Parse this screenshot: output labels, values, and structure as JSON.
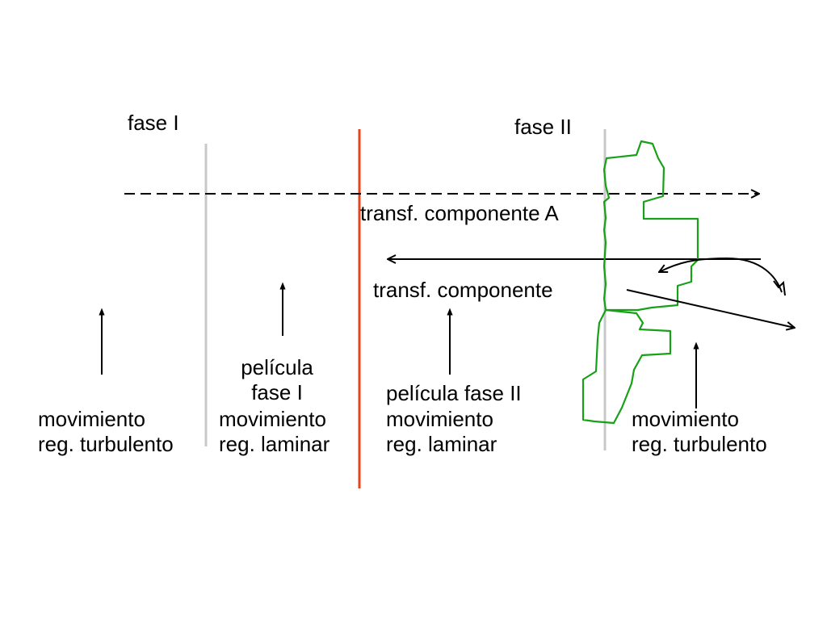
{
  "phases": {
    "phase_1": "fase I",
    "phase_2": "fase II"
  },
  "transfers": {
    "component_a": "transf. componente A",
    "component_b": "transf. componente"
  },
  "regions": [
    {
      "line1": "movimiento",
      "line2": "reg. turbulento"
    },
    {
      "line1": "movimiento",
      "line2": "reg. laminar"
    },
    {
      "line1": "movimiento",
      "line2": "reg. laminar"
    },
    {
      "line1": "movimiento",
      "line2": "reg. turbulento"
    }
  ],
  "films": {
    "film_1": {
      "line1": "película",
      "line2": "fase I"
    },
    "film_2": "película fase II"
  },
  "colors": {
    "film_boundary": "#c8c8c8",
    "interface": "#e8431a",
    "hand_drawn": "#18a018",
    "ink": "#000000"
  }
}
